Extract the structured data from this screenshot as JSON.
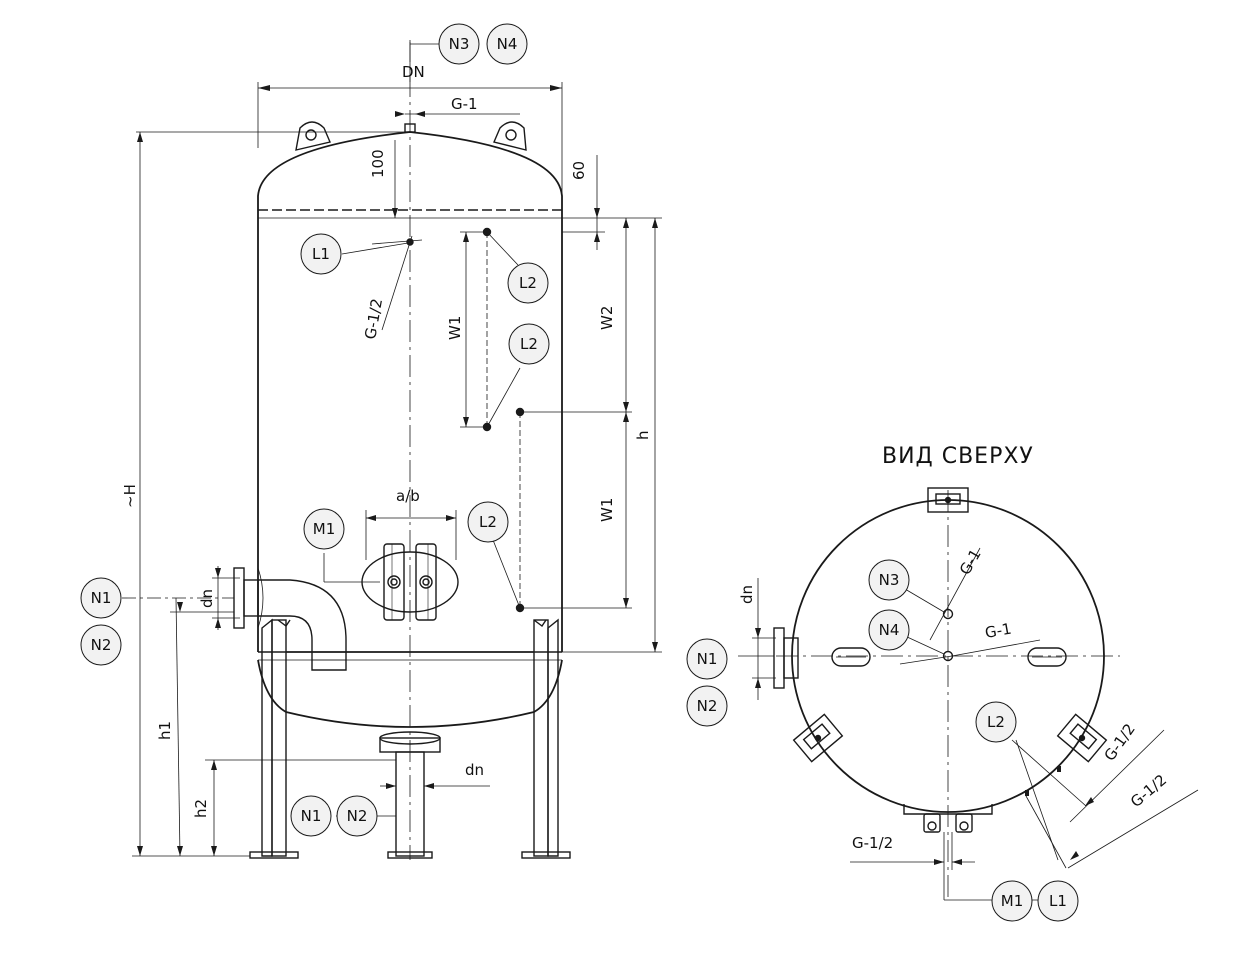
{
  "view_title": "ВИД СВЕРХУ",
  "dims": {
    "DN": "DN",
    "G1": "G-1",
    "d100": "100",
    "d60": "60",
    "G12": "G-1/2",
    "W1": "W1",
    "W2": "W2",
    "h": "h",
    "H": "~H",
    "ab": "a/b",
    "dn": "dn",
    "h1": "h1",
    "h2": "h2"
  },
  "markers": {
    "N1": "N1",
    "N2": "N2",
    "N3": "N3",
    "N4": "N4",
    "L1": "L1",
    "L2": "L2",
    "M1": "M1"
  },
  "colors": {
    "line": "#1a1a1a",
    "bg": "#ffffff",
    "bubble_fill": "#f2f2f2"
  }
}
